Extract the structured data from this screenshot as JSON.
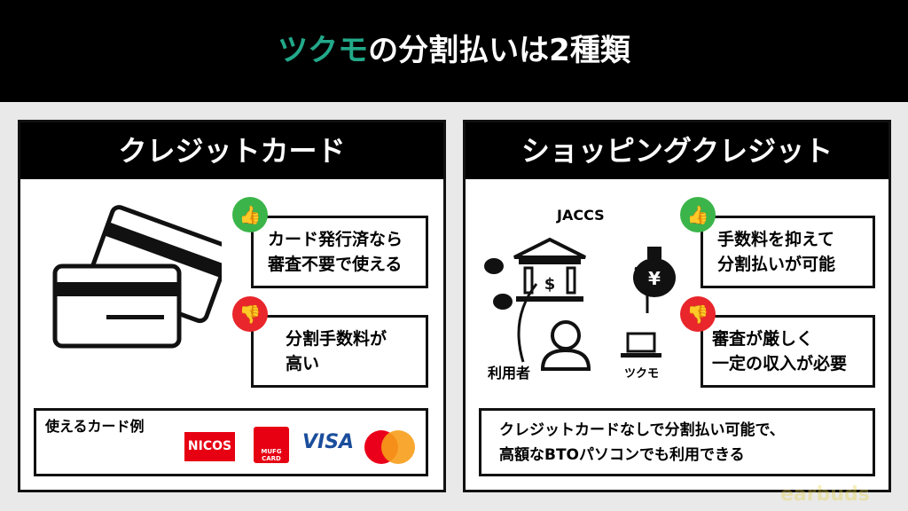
{
  "header": {
    "title_accent": "ツクモ",
    "title_rest": "の分割払いは2種類"
  },
  "left": {
    "title": "クレジットカード",
    "pro": "カード発行済なら\n審査不要で使える",
    "con": "分割手数料が\n高い",
    "cards_label": "使えるカード例",
    "cards": [
      "NICOS",
      "MUFG CARD",
      "VISA",
      "mastercard"
    ]
  },
  "right": {
    "title": "ショッピングクレジット",
    "jaccs": "JACCS",
    "user": "利用者",
    "tsukumo": "ツクモ",
    "pro": "手数料を抑えて\n分割払いが可能",
    "con": "審査が厳しく\n一定の収入が必要",
    "note": "クレジットカードなしで分割払い可能で、\n高額なBTOパソコンでも利用できる"
  },
  "watermark": "earbuds",
  "colors": {
    "accent": "#22a98a",
    "good": "#3bb54a",
    "bad": "#e8262b"
  }
}
